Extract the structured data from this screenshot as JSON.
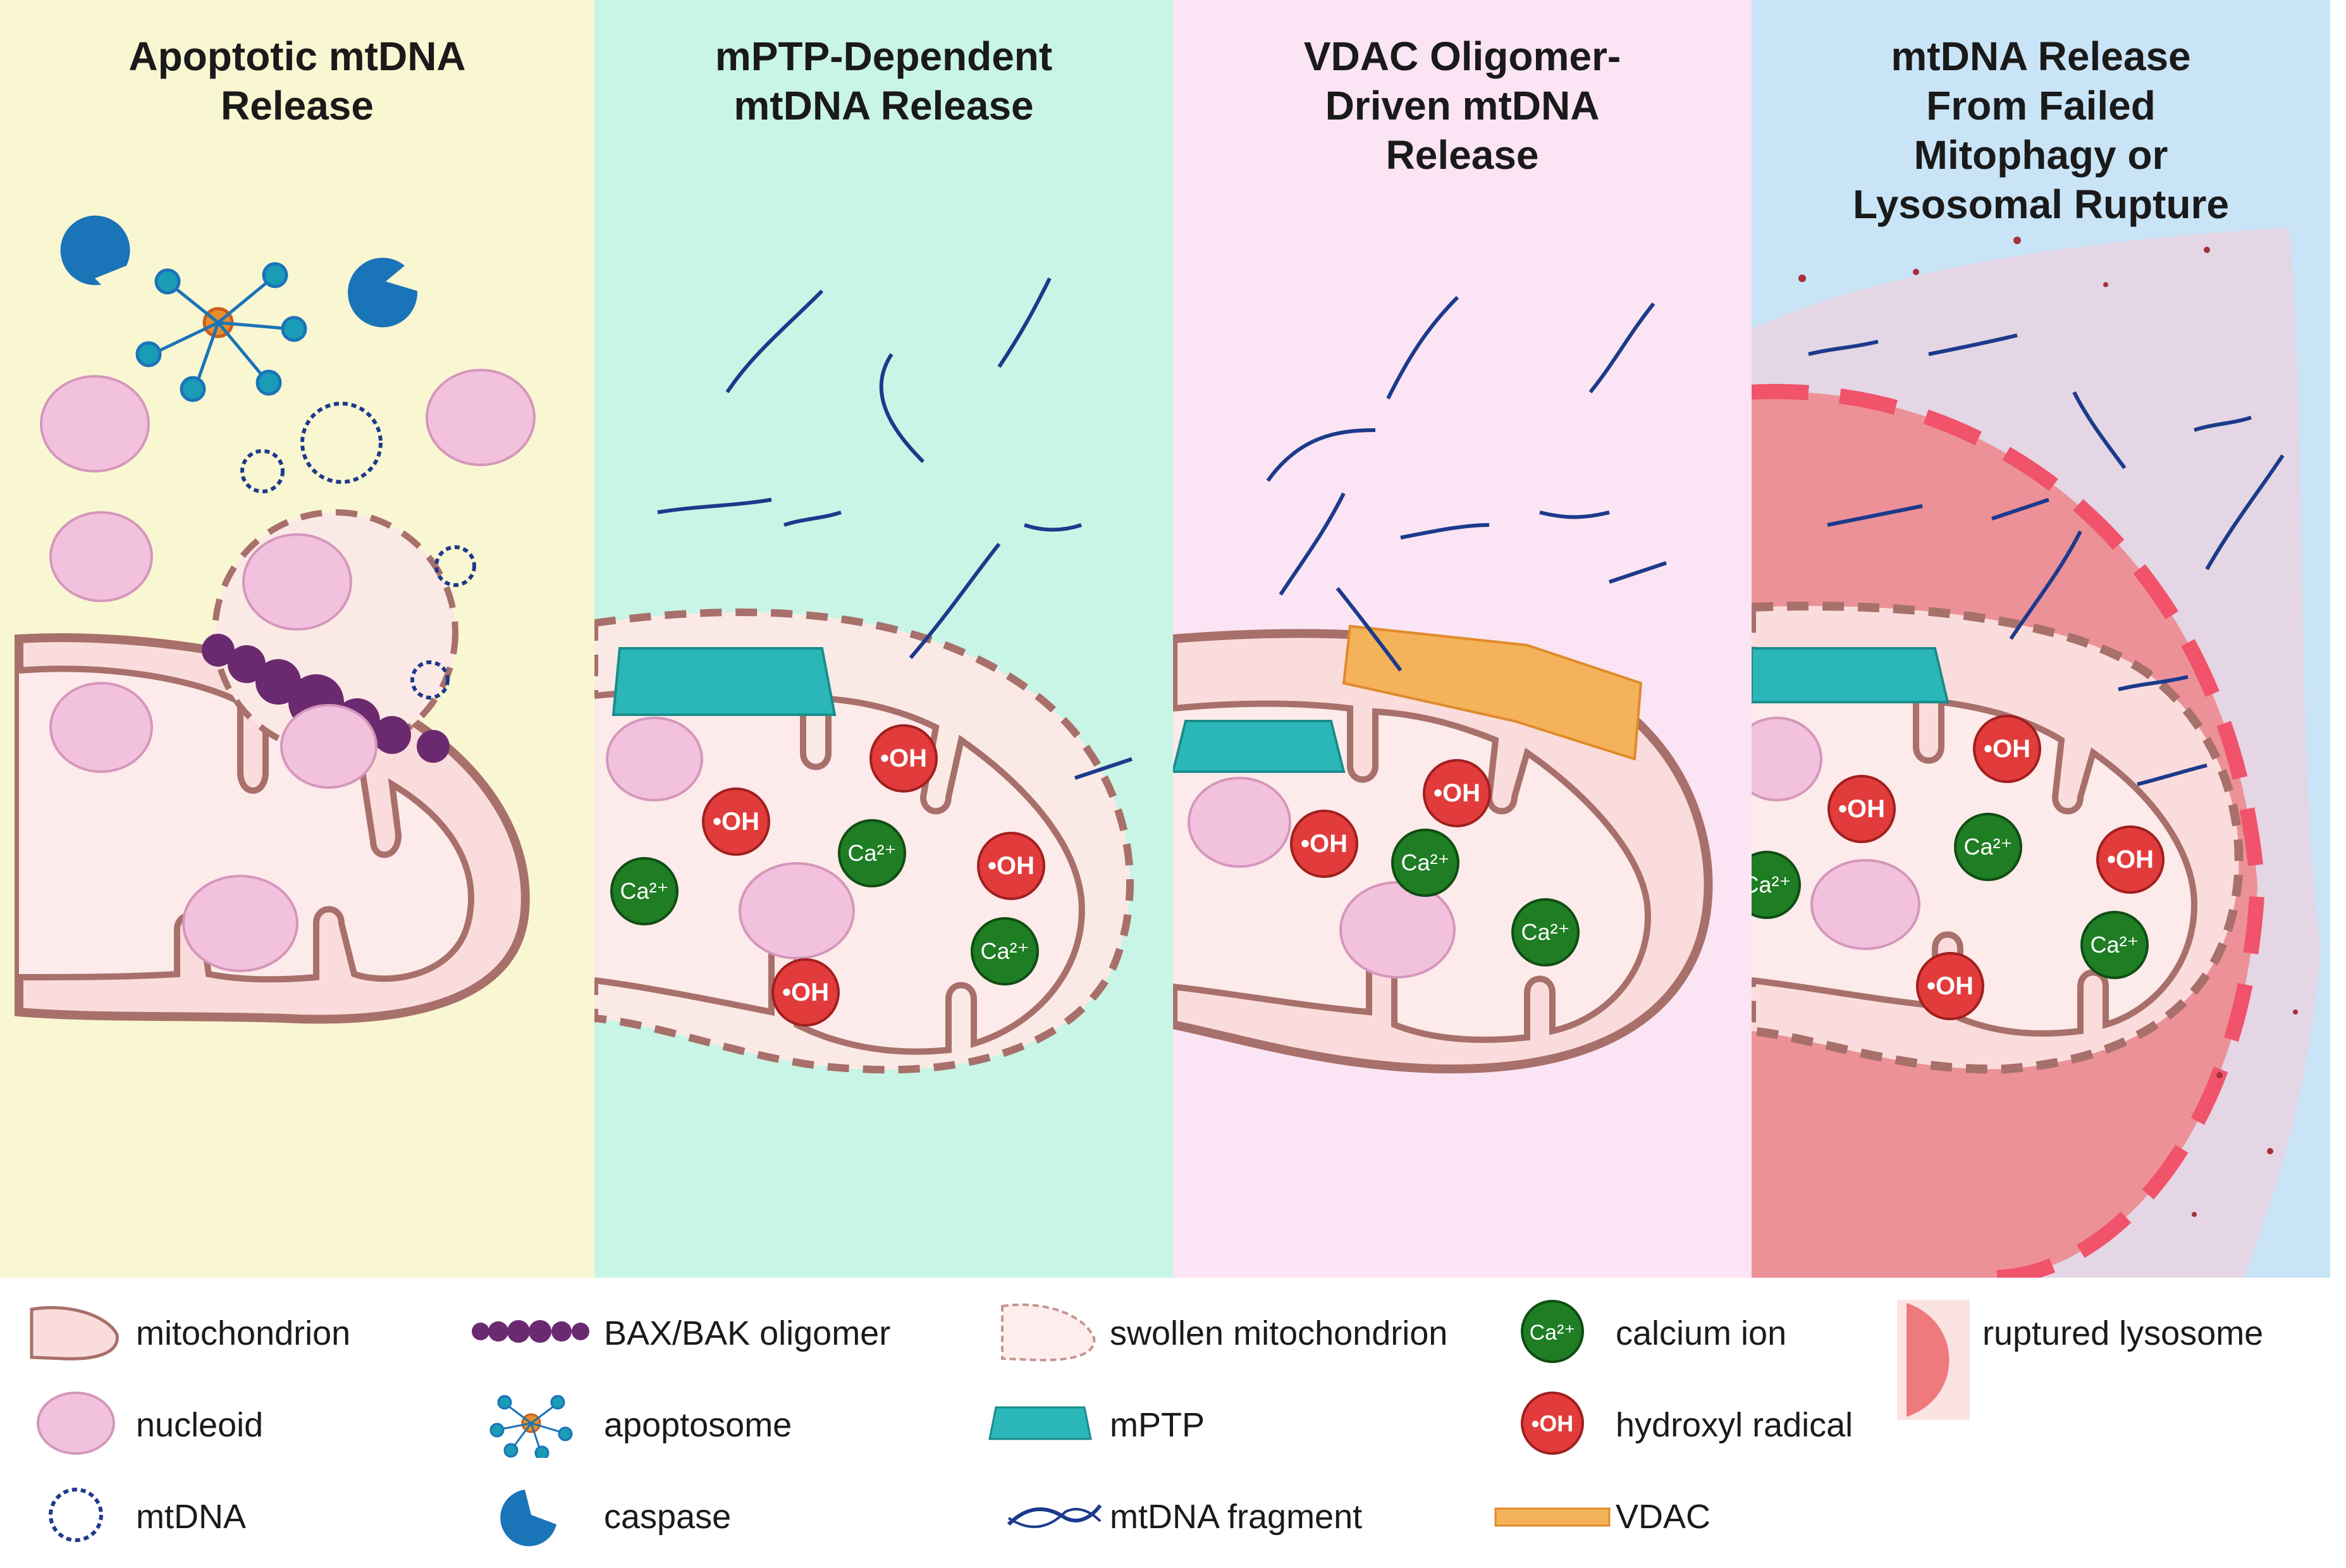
{
  "colors": {
    "panel1_bg": "#f9f7d2",
    "panel2_bg": "#c9f5e6",
    "panel3_bg": "#fbe4f3",
    "panel4_bg": "#c9e4f7",
    "mito_fill": "#fbdcdc",
    "mito_stroke": "#a8706a",
    "nucleoid": "#f2c1dd",
    "mtdna_blue": "#1c3a8c",
    "bax": "#6b2a70",
    "mptp": "#2bb7b7",
    "vdac": "#f4b25a",
    "calcium": "#1f7d24",
    "hydroxyl": "#e23b3b",
    "lysosome": "#ef7a7e",
    "caspase": "#1a74b8"
  },
  "panels": [
    {
      "id": "apoptotic",
      "title_lines": [
        "Apoptotic mtDNA",
        "Release"
      ]
    },
    {
      "id": "mptp",
      "title_lines": [
        "mPTP-Dependent",
        "mtDNA Release"
      ]
    },
    {
      "id": "vdac",
      "title_lines": [
        "VDAC Oligomer-",
        "Driven mtDNA",
        "Release"
      ]
    },
    {
      "id": "mitophagy",
      "title_lines": [
        "mtDNA Release",
        "From Failed",
        "Mitophagy or",
        "Lysosomal Rupture"
      ]
    }
  ],
  "ion_labels": {
    "calcium": "Ca²⁺",
    "hydroxyl": "•OH"
  },
  "legend": [
    {
      "icon": "mitochondrion-icon",
      "label": "mitochondrion"
    },
    {
      "icon": "bax-bak-icon",
      "label": "BAX/BAK oligomer"
    },
    {
      "icon": "swollen-mito-icon",
      "label": "swollen mitochondrion"
    },
    {
      "icon": "calcium-icon",
      "label": "calcium ion"
    },
    {
      "icon": "lysosome-icon",
      "label": "ruptured lysosome"
    },
    {
      "icon": "nucleoid-icon",
      "label": "nucleoid"
    },
    {
      "icon": "apoptosome-icon",
      "label": "apoptosome"
    },
    {
      "icon": "mptp-icon",
      "label": "mPTP"
    },
    {
      "icon": "hydroxyl-icon",
      "label": "hydroxyl radical"
    },
    {
      "icon": "mtdna-icon",
      "label": "mtDNA"
    },
    {
      "icon": "caspase-icon",
      "label": "caspase"
    },
    {
      "icon": "mtdna-fragment-icon",
      "label": "mtDNA fragment"
    },
    {
      "icon": "vdac-icon",
      "label": "VDAC"
    }
  ]
}
